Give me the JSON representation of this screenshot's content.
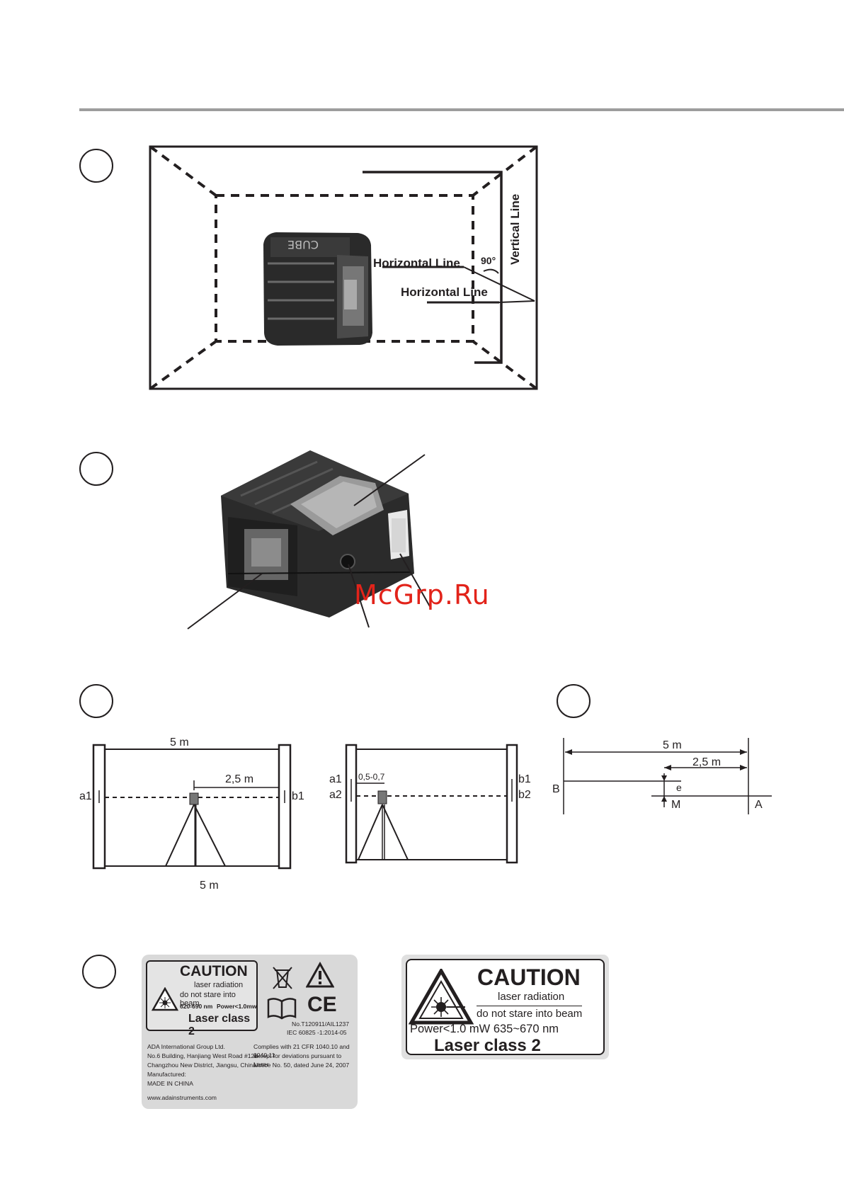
{
  "figure1": {
    "number_badge": "",
    "labels": {
      "horizontal_line_1": "Horizontal Line",
      "horizontal_line_2": "Horizontal Line",
      "vertical_line": "Vertical Line",
      "angle": "90°"
    }
  },
  "figure2": {
    "number_badge": ""
  },
  "watermark": "McGrp.Ru",
  "figure3": {
    "left": {
      "top_distance": "5 m",
      "half_distance": "2,5 m",
      "bottom_distance": "5 m",
      "mark_a": "a1",
      "mark_b": "b1"
    },
    "right": {
      "offset": "0,5-0,7",
      "a1": "a1",
      "a2": "a2",
      "b1": "b1",
      "b2": "b2"
    }
  },
  "figure4": {
    "distance": "5 m",
    "half_distance": "2,5 m",
    "point_b": "B",
    "point_m": "M",
    "point_a": "A",
    "error_e": "e"
  },
  "figure5": {
    "label_left": {
      "caution": "CAUTION",
      "line1": "laser radiation",
      "line2": "do not stare into beam",
      "wavelength": "620-690 nm",
      "power": "Power<1.0mw",
      "class": "Laser class 2",
      "cert1": "No.T120911/AIL1237",
      "cert2": "IEC 60825  -1:2014-05",
      "company": [
        "ADA International Group Ltd.",
        "No.6 Building, Hanjiang West Road #128",
        "Changzhou New District, Jiangsu, China",
        "Manufactured:",
        "MADE IN CHINA"
      ],
      "complies": [
        "Complies with 21 CFR 1040.10 and 1040.11",
        "except for deviations pursuant to Laser",
        "Notice No. 50, dated June 24, 2007"
      ],
      "website": "www.adainstruments.com"
    },
    "label_right": {
      "caution": "CAUTION",
      "line1": "laser radiation",
      "line2": "do not stare into beam",
      "power": "Power<1.0 mW 635~670 nm",
      "class": "Laser class 2"
    }
  }
}
